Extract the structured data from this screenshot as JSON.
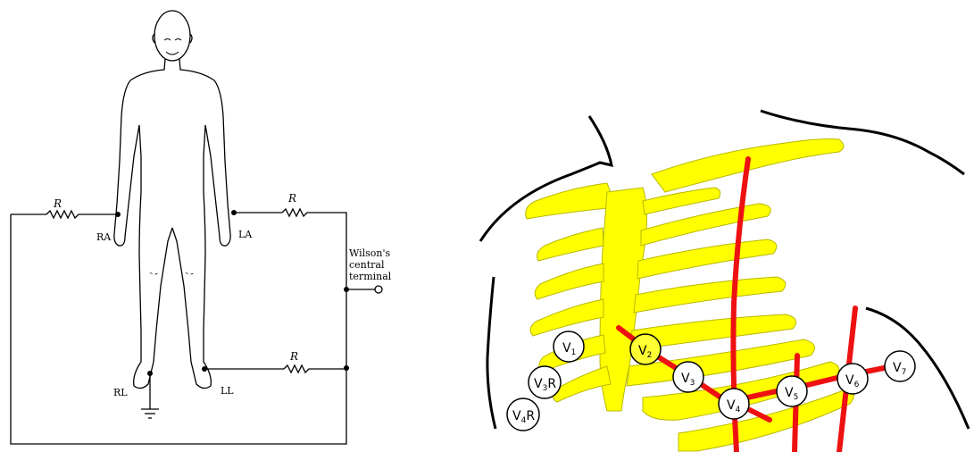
{
  "left_figure": {
    "resistor_label": "R",
    "labels": {
      "ra": "RA",
      "la": "LA",
      "rl": "RL",
      "ll": "LL",
      "terminal_line1": "Wilson's",
      "terminal_line2": "central",
      "terminal_line3": "terminal"
    }
  },
  "right_figure": {
    "electrodes": [
      {
        "id": "v1",
        "label": "V1",
        "base": "V",
        "sub": "1",
        "suffix": "",
        "fill": "#ffffff"
      },
      {
        "id": "v2",
        "label": "V2",
        "base": "V",
        "sub": "2",
        "suffix": "",
        "fill": "#ffff33"
      },
      {
        "id": "v3",
        "label": "V3",
        "base": "V",
        "sub": "3",
        "suffix": "",
        "fill": "#ffffff"
      },
      {
        "id": "v4",
        "label": "V4",
        "base": "V",
        "sub": "4",
        "suffix": "",
        "fill": "#ffffff"
      },
      {
        "id": "v5",
        "label": "V5",
        "base": "V",
        "sub": "5",
        "suffix": "",
        "fill": "#ffffff"
      },
      {
        "id": "v6",
        "label": "V6",
        "base": "V",
        "sub": "6",
        "suffix": "",
        "fill": "#ffffff"
      },
      {
        "id": "v7",
        "label": "V7",
        "base": "V",
        "sub": "7",
        "suffix": "",
        "fill": "#ffffff"
      },
      {
        "id": "v3r",
        "label": "V3R",
        "base": "V",
        "sub": "3",
        "suffix": "R",
        "fill": "#ffffff"
      },
      {
        "id": "v4r",
        "label": "V4R",
        "base": "V",
        "sub": "4",
        "suffix": "R",
        "fill": "#ffffff"
      }
    ],
    "colors": {
      "bone": "#ffff00",
      "line": "#ee1111",
      "outline": "#000000"
    }
  }
}
